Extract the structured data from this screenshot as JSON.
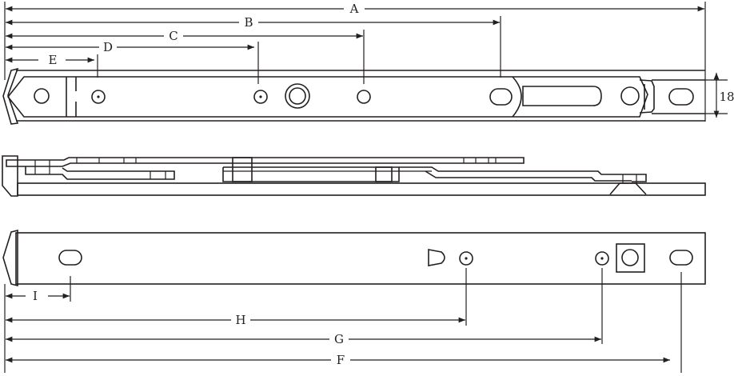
{
  "title": "Window friction stay technical drawing",
  "dimensions": {
    "A": "A",
    "B": "B",
    "C": "C",
    "D": "D",
    "E": "E",
    "F": "F",
    "G": "G",
    "H": "H",
    "I": "I",
    "height": "18"
  },
  "colors": {
    "line": "#231f20",
    "background": "#ffffff"
  }
}
